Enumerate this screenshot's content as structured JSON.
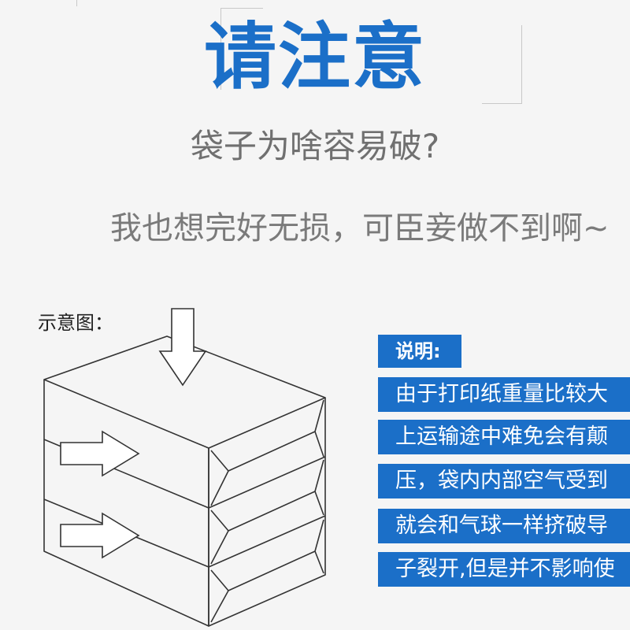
{
  "header": {
    "title": "请注意",
    "subtitle": "袋子为啥容易破?",
    "tagline": "我也想完好无损，可臣妾做不到啊~"
  },
  "diagram": {
    "label": "示意图："
  },
  "notes": {
    "heading": "说明:",
    "lines": [
      "由于打印纸重量比较大",
      "上运输途中难免会有颠",
      "压，袋内内部空气受到",
      "就会和气球一样挤破导",
      "子裂开,但是并不影响使"
    ]
  },
  "colors": {
    "accent": "#1b6fc8",
    "subtitle": "#707070",
    "background": "#f5f5f5"
  }
}
